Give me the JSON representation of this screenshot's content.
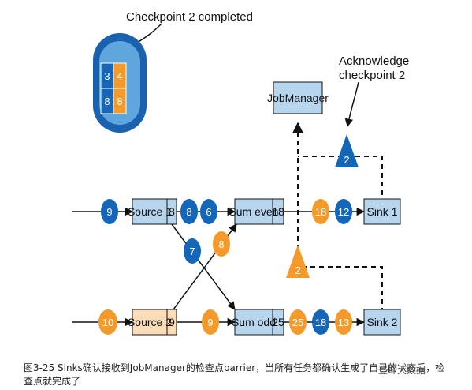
{
  "colors": {
    "blue": "#1565b8",
    "orange": "#f39a2a",
    "box_blue": "#b7d6ee",
    "box_orange": "#fbdcb8",
    "state_outer": "#1a62b0",
    "state_inner": "#5fa6dc"
  },
  "state": {
    "title": "Checkpoint 2 completed",
    "cells": [
      "3",
      "4",
      "8",
      "8"
    ]
  },
  "jobmanager": {
    "label": "JobManager"
  },
  "ack": {
    "line1": "Acknowledge",
    "line2": "checkpoint 2"
  },
  "barriers": {
    "top": "2",
    "bottom": "2"
  },
  "operators": {
    "source1": {
      "label": "Source 1",
      "value": "8"
    },
    "source2": {
      "label": "Source 2",
      "value": "9"
    },
    "sum_even": {
      "label": "Sum even",
      "value": "18"
    },
    "sum_odd": {
      "label": "Sum odd",
      "value": "25"
    },
    "sink1": {
      "label": "Sink 1"
    },
    "sink2": {
      "label": "Sink 2"
    }
  },
  "records": {
    "in_source1": "9",
    "in_source2": "10",
    "s1_out_a": "8",
    "s1_out_b": "6",
    "cross_blue": "7",
    "cross_orange": "8",
    "s2_out": "9",
    "even_out_a": "18",
    "even_out_b": "12",
    "odd_out_a": "25",
    "odd_out_b": "18",
    "odd_out_c": "13"
  },
  "caption": {
    "line1": "图3-25 Sinks确认接收到JobManager的检查点barrier，当所有任务都确认生成了自己的状态后，检",
    "line2": "查点就完成了"
  },
  "watermark": "登峰大数据"
}
